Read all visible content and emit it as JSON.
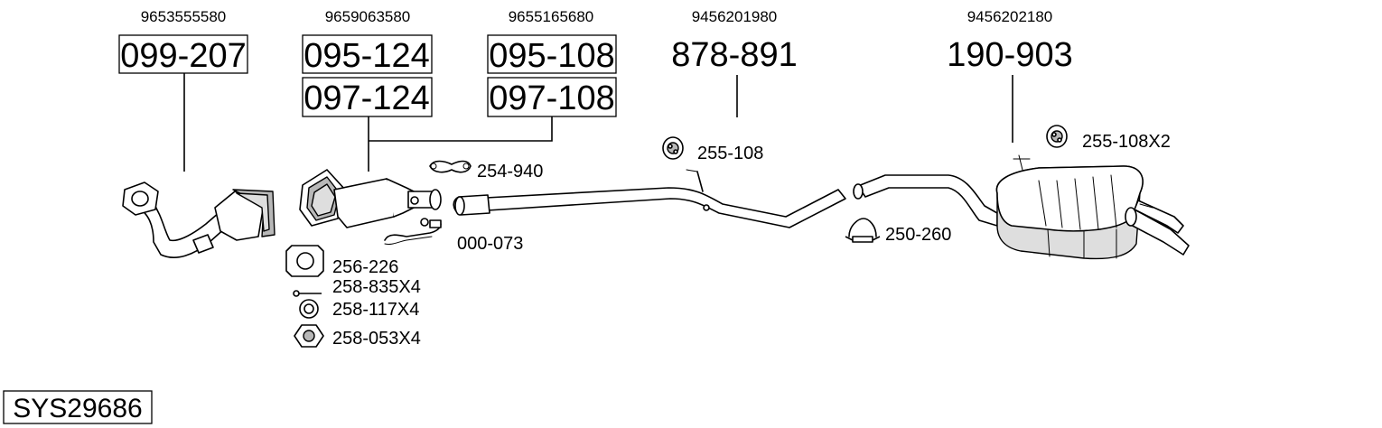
{
  "diagram_id": "SYS29686",
  "oem_numbers": [
    "9653555580",
    "9659063580",
    "9655165680",
    "9456201980",
    "9456202180"
  ],
  "assemblies": [
    {
      "name": "front-pipe",
      "oem": "9653555580",
      "parts": [
        "099-207"
      ]
    },
    {
      "name": "catalytic-converter",
      "oem": "9659063580",
      "parts": [
        "095-124",
        "097-124"
      ]
    },
    {
      "name": "catalytic-converter-alt",
      "oem": "9655165680",
      "parts": [
        "095-108",
        "097-108"
      ]
    },
    {
      "name": "centre-pipe",
      "oem": "9456201980",
      "parts": [
        "878-891"
      ]
    },
    {
      "name": "rear-silencer",
      "oem": "9456202180",
      "parts": [
        "190-903"
      ]
    }
  ],
  "accessories": {
    "clamp_254": "254-940",
    "sensor_pipe": "000-073",
    "gasket": "256-226",
    "bolt": "258-835X4",
    "washer": "258-117X4",
    "nut": "258-053X4",
    "hanger_mid": "255-108",
    "clamp_250": "250-260",
    "hanger_rear": "255-108X2"
  }
}
